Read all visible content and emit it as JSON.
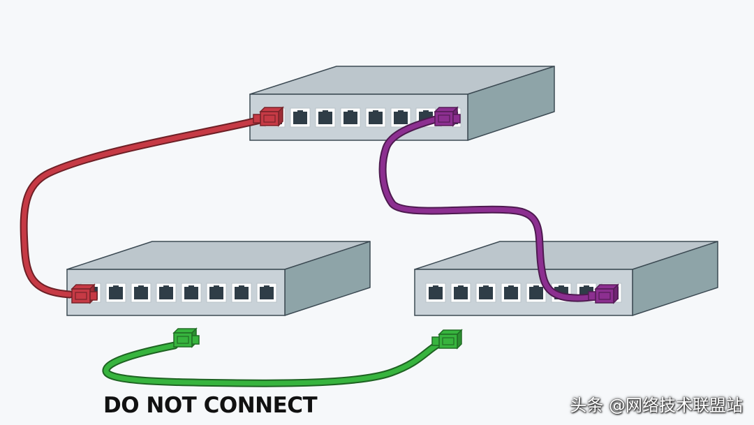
{
  "diagram": {
    "warning_label": "DO NOT CONNECT",
    "watermark": "头条 @网络技术联盟站"
  },
  "switches": [
    {
      "name": "top-switch",
      "ports": 8
    },
    {
      "name": "left-switch",
      "ports": 8
    },
    {
      "name": "right-switch",
      "ports": 8
    }
  ],
  "cables": [
    {
      "name": "red-cable",
      "color": "#c63a45",
      "connects": [
        "top-switch",
        "left-switch"
      ]
    },
    {
      "name": "purple-cable",
      "color": "#8c2f90",
      "connects": [
        "top-switch",
        "right-switch"
      ]
    },
    {
      "name": "green-cable",
      "color": "#37b43e",
      "connects": []
    }
  ],
  "colors": {
    "switch_front": "#c9d2d8",
    "switch_top": "#bcc6cc",
    "switch_side": "#8ea4a8",
    "port": "#2f3d47",
    "outline": "#3c4a53"
  }
}
